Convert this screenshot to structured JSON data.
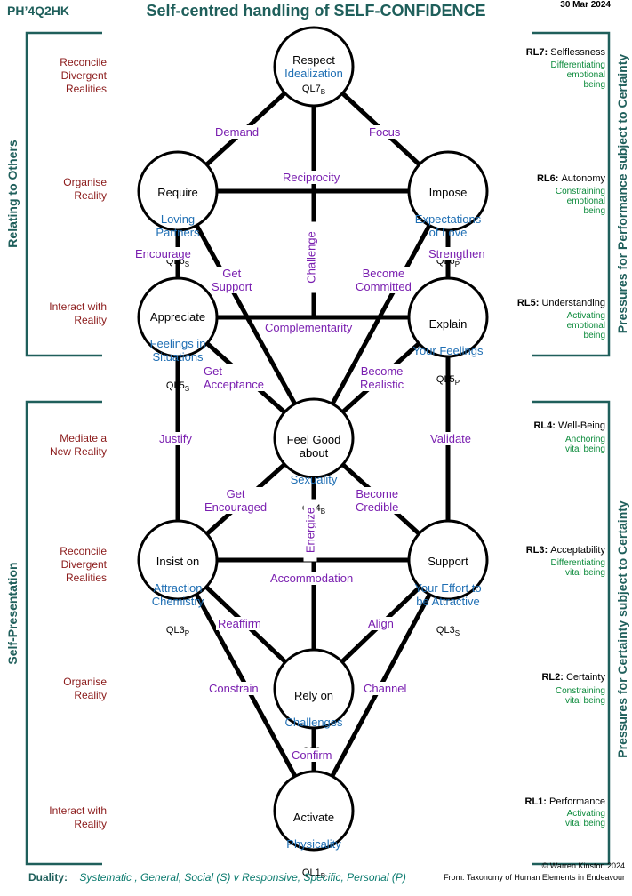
{
  "header": {
    "code": "PH’4Q2HK",
    "title": "Self-centred handling of  SELF-CONFIDENCE",
    "date": "30 Mar 2024"
  },
  "left_labels": [
    "Reconcile\nDivergent\nRealities",
    "Organise\nReality",
    "Interact with\nReality",
    "Mediate a\nNew Reality",
    "Reconcile\nDivergent\nRealities",
    "Organise\nReality",
    "Interact with\nReality"
  ],
  "side_labels": {
    "relating": "Relating  to  Others",
    "self_presentation": "Self-Presentation",
    "pressures_performance": "Pressures for  Performance  subject to  Certainty",
    "pressures_certainty": "Pressures for  Certainty  subject  to  Certainty"
  },
  "right_levels": [
    {
      "code": "RL7:",
      "name": "Selflessness",
      "sub": "Differentiating\nemotional\nbeing"
    },
    {
      "code": "RL6:",
      "name": "Autonomy",
      "sub": "Constraining\nemotional\nbeing"
    },
    {
      "code": "RL5:",
      "name": "Understanding",
      "sub": "Activating\nemotional\nbeing"
    },
    {
      "code": "RL4:",
      "name": "Well-Being",
      "sub": "Anchoring\nvital being"
    },
    {
      "code": "RL3:",
      "name": "Acceptability",
      "sub": "Differentiating\nvital being"
    },
    {
      "code": "RL2:",
      "name": "Certainty",
      "sub": "Constraining\nvital being"
    },
    {
      "code": "RL1:",
      "name": "Performance",
      "sub": "Activating\nvital being"
    }
  ],
  "nodes": {
    "ql7": {
      "l1": "Respect",
      "l2": "Idealization",
      "code": "QL7",
      "sub": "B"
    },
    "ql6s": {
      "l1": "Require",
      "l2": "Loving\nPartners",
      "code": "QL6",
      "sub": "S"
    },
    "ql6p": {
      "l1": "Impose",
      "l2": "Expectations\nof Love",
      "code": "QL6",
      "sub": "P"
    },
    "ql5s": {
      "l1": "Appreciate",
      "l2": "Feelings in\nSituations",
      "code": "QL5",
      "sub": "S"
    },
    "ql5p": {
      "l1": "Explain",
      "l2": "Your Feelings",
      "code": "QL5",
      "sub": "P"
    },
    "ql4": {
      "l1": "Feel Good\nabout",
      "l2": "Sexuality",
      "code": "QL4",
      "sub": "B"
    },
    "ql3p": {
      "l1": "Insist on",
      "l2": "Attraction\nChemistry",
      "code": "QL3",
      "sub": "P"
    },
    "ql3s": {
      "l1": "Support",
      "l2": "Your Effort to\nbe Attractive",
      "code": "QL3",
      "sub": "S"
    },
    "ql2": {
      "l1": "Rely on",
      "l2": "Challenges",
      "code": "QL2",
      "sub": "B"
    },
    "ql1": {
      "l1": "Activate",
      "l2": "Physicality",
      "code": "QL1",
      "sub": "B"
    }
  },
  "paths": {
    "demand": "Demand",
    "focus": "Focus",
    "reciprocity": "Reciprocity",
    "challenge": "Challenge",
    "encourage": "Encourage",
    "strengthen": "Strengthen",
    "get_support": "Get\nSupport",
    "become_committed": "Become\nCommitted",
    "complementarity": "Complementarity",
    "get_acceptance": "Get\nAcceptance",
    "become_realistic": "Become\nRealistic",
    "justify": "Justify",
    "validate": "Validate",
    "get_encouraged": "Get\nEncouraged",
    "become_credible": "Become\nCredible",
    "energize": "Energize",
    "accommodation": "Accommodation",
    "reaffirm": "Reaffirm",
    "align": "Align",
    "constrain": "Constrain",
    "channel": "Channel",
    "confirm": "Confirm"
  },
  "footer": {
    "duality_label": "Duality:",
    "duality_text": "Systematic , General, Social (S)  v   Responsive, Specific, Personal (P)",
    "copyright": "© Warren Kinston  2024",
    "from": "From: Taxonomy of Human Elements in Endeavour"
  },
  "colors": {
    "teal": "#1f5f5b",
    "red": "#8b1a1a",
    "blue": "#1f6fb4",
    "purple": "#7a1fb0",
    "green": "#0a8a3a"
  }
}
